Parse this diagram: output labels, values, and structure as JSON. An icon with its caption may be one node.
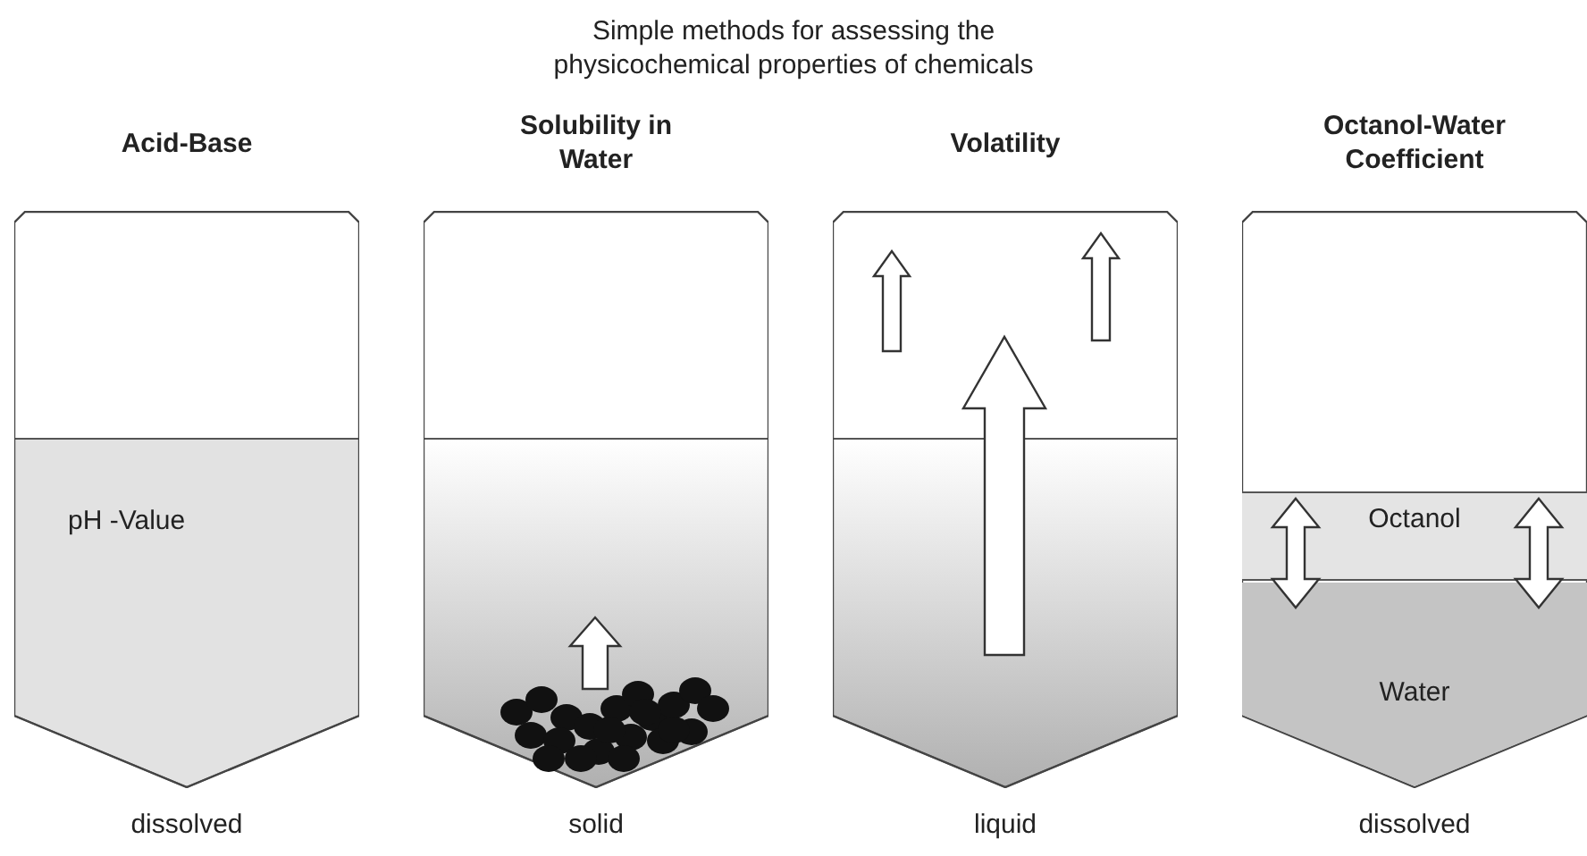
{
  "diagram": {
    "title": "Simple methods for assessing the physicochemical properties of chemicals",
    "nodes": [
      {
        "text": [
          "Acid-Base",
          "pH -Value"
        ],
        "beside": [
          "dissolved"
        ]
      },
      {
        "text": [
          "Solubility in Water"
        ],
        "beside": [
          "solid"
        ]
      },
      {
        "text": [
          "Volatility"
        ],
        "beside": [
          "liquid"
        ]
      },
      {
        "text": [
          "Octanol-Water Coefficient"
        ],
        "beside": [
          "dissolved"
        ]
      },
      {
        "text": [
          "Octanol"
        ],
        "in": 3
      },
      {
        "text": [
          "Water"
        ],
        "in": 3
      }
    ],
    "edges": [
      {
        "from": 4,
        "to": 5,
        "arrow": "both"
      },
      {
        "from": 4,
        "to": 5,
        "arrow": "both"
      }
    ]
  }
}
